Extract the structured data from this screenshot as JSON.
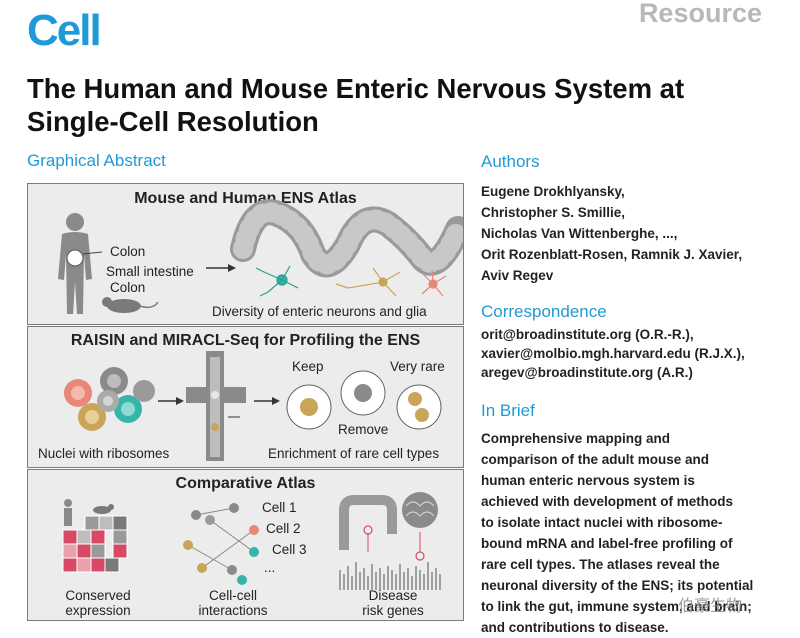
{
  "header": {
    "journal": "Cell",
    "article_type": "Resource",
    "title_lines": [
      "The Human and Mouse Enteric Nervous System at",
      "Single-Cell Resolution"
    ]
  },
  "graphical_abstract": {
    "heading": "Graphical Abstract",
    "panel1": {
      "title": "Mouse and Human ENS Atlas",
      "colon_label": "Colon",
      "small_intestine_label": "Small intestine",
      "mouse_colon_label": "Colon",
      "caption": "Diversity of enteric neurons and glia"
    },
    "panel2": {
      "title": "RAISIN and MIRACL-Seq for Profiling the ENS",
      "nuclei_caption": "Nuclei with ribosomes",
      "keep_label": "Keep",
      "very_rare_label": "Very rare",
      "remove_label": "Remove",
      "enrichment_caption": "Enrichment of rare cell types"
    },
    "panel3": {
      "title": "Comparative Atlas",
      "cell_labels": [
        "Cell 1",
        "Cell 2",
        "Cell 3",
        "..."
      ],
      "conserved_label": "Conserved\nexpression",
      "interactions_label": "Cell-cell\ninteractions",
      "disease_label": "Disease\nrisk genes"
    },
    "colors": {
      "accent": "#1f9ad6",
      "panel_bg": "#ececec",
      "gold": "#c9a55a",
      "teal": "#35b4a8",
      "salmon": "#e8877a",
      "pink": "#d64a66"
    }
  },
  "authors": {
    "heading": "Authors",
    "lines": [
      "Eugene Drokhlyansky,",
      "Christopher S. Smillie,",
      "Nicholas Van Wittenberghe, ...,",
      "Orit Rozenblatt-Rosen, Ramnik J. Xavier,",
      "Aviv Regev"
    ]
  },
  "correspondence": {
    "heading": "Correspondence",
    "lines": [
      "orit@broadinstitute.org (O.R.-R.),",
      "xavier@molbio.mgh.harvard.edu (R.J.X.),",
      "aregev@broadinstitute.org (A.R.)"
    ]
  },
  "in_brief": {
    "heading": "In Brief",
    "lines": [
      "Comprehensive mapping and",
      "comparison of the adult mouse and",
      "human enteric nervous system is",
      "achieved with development of methods",
      "to isolate intact nuclei with ribosome-",
      "bound mRNA and label-free profiling of",
      "rare cell types. The atlases reveal the",
      "neuronal diversity of the ENS; its potential",
      "to link the gut, immune system, and brain;",
      "and contributions to disease."
    ]
  },
  "watermark": "伯豪生物"
}
